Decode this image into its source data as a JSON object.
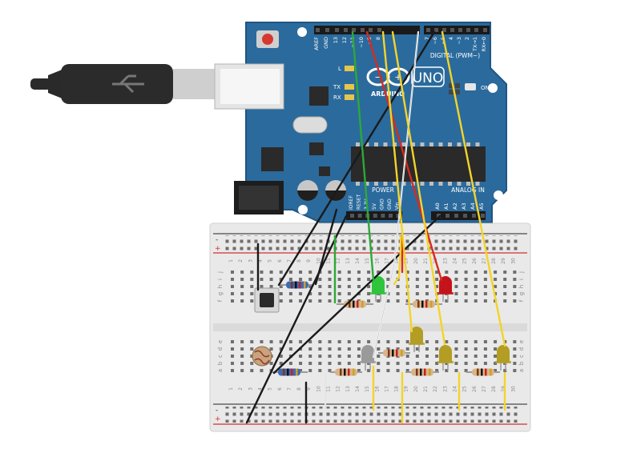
{
  "arduino": {
    "logo": "ARDUINO",
    "model": "UNO",
    "header_digital_label": "DIGITAL (PWM~)",
    "header_analog_label": "ANALOG IN",
    "header_power_label": "POWER",
    "led_l": "L",
    "led_tx": "TX",
    "led_rx": "RX",
    "led_on": "ON",
    "digital_pins": [
      "AREF",
      "GND",
      "13",
      "12",
      "~11",
      "~10",
      "~9",
      "8",
      "7",
      "~6",
      "~5",
      "4",
      "~3",
      "2",
      "TX→1",
      "RX←0"
    ],
    "power_pins": [
      "IOREF",
      "RESET",
      "3.3V",
      "5V",
      "GND",
      "GND",
      "Vin"
    ],
    "analog_pins": [
      "A0",
      "A1",
      "A2",
      "A3",
      "A4",
      "A5"
    ]
  },
  "breadboard": {
    "row_letters_top": [
      "j",
      "i",
      "h",
      "g",
      "f"
    ],
    "row_letters_bottom": [
      "e",
      "d",
      "c",
      "b",
      "a"
    ],
    "column_numbers": [
      "1",
      "2",
      "3",
      "4",
      "5",
      "6",
      "7",
      "8",
      "9",
      "10",
      "11",
      "12",
      "13",
      "14",
      "15",
      "16",
      "17",
      "18",
      "19",
      "20",
      "21",
      "22",
      "23",
      "24",
      "25",
      "26",
      "27",
      "28",
      "29",
      "30"
    ],
    "rail_plus": "+",
    "rail_minus": "-"
  },
  "colors": {
    "board": "#2b6a9c",
    "board_edge": "#1f5582",
    "wire_green": "#2ea836",
    "wire_red": "#d72a22",
    "wire_yellow": "#f3d42a",
    "wire_white": "#f4f4f4",
    "wire_black": "#1a1a1a",
    "led_red": "#c4141a",
    "led_green": "#2ec43c",
    "led_yellow": "#b39d23",
    "led_white": "#9a9a9a"
  }
}
